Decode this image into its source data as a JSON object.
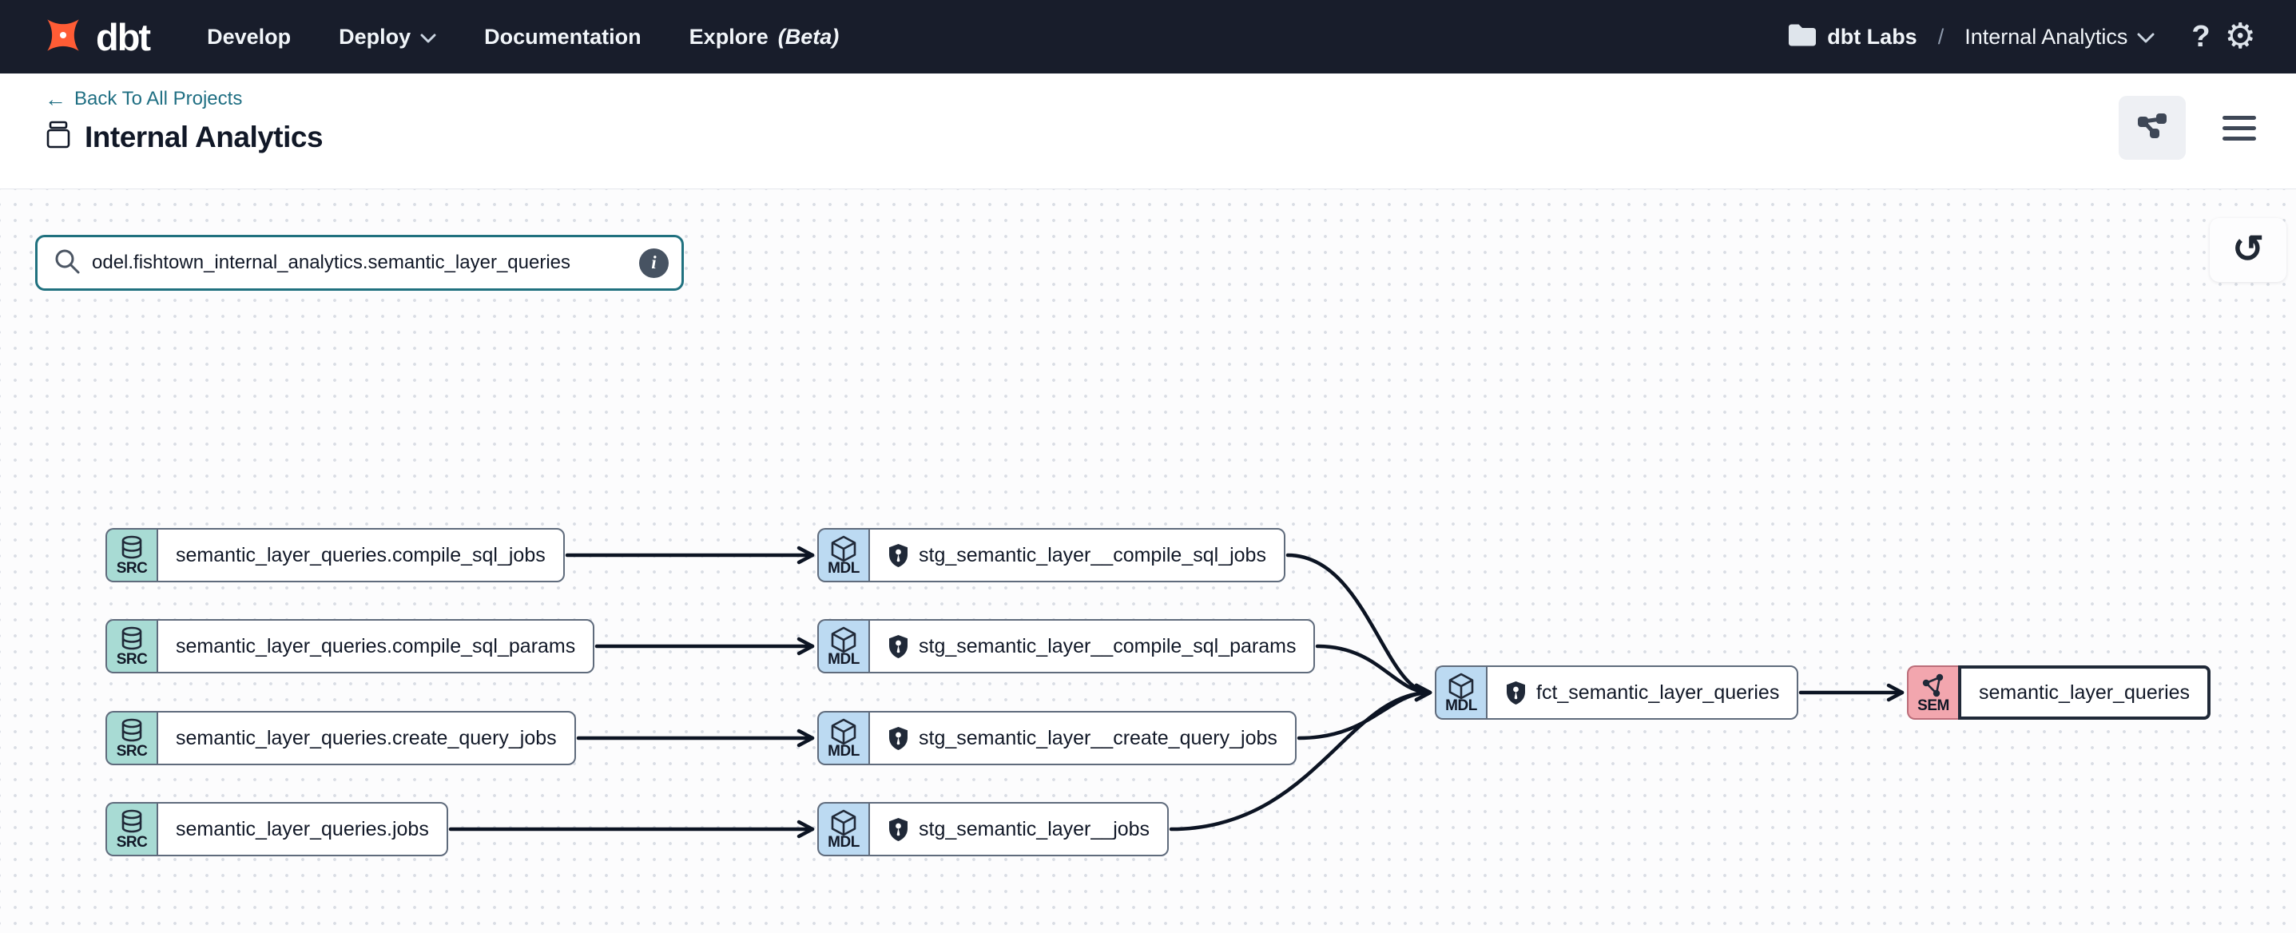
{
  "nav": {
    "brand": "dbt",
    "items": [
      {
        "id": "develop",
        "label": "Develop",
        "caret": false
      },
      {
        "id": "deploy",
        "label": "Deploy",
        "caret": true
      },
      {
        "id": "documentation",
        "label": "Documentation",
        "caret": false
      },
      {
        "id": "explore",
        "label": "Explore",
        "suffix": "(Beta)",
        "caret": false
      }
    ],
    "account_org": "dbt Labs",
    "breadcrumb_sep": "/",
    "account_project": "Internal Analytics"
  },
  "header": {
    "back_label": "Back To All Projects",
    "title": "Internal Analytics"
  },
  "search": {
    "value": "odel.fishtown_internal_analytics.semantic_layer_queries",
    "info_glyph": "i"
  },
  "icons": {
    "back-arrow-icon": "←",
    "help-icon": "?",
    "gear-icon": "⚙",
    "reset-view-icon": "↺"
  },
  "graph": {
    "nodes": [
      {
        "id": "src_compile_sql_jobs",
        "type": "SRC",
        "badge": "SRC",
        "icon": "database-icon",
        "shield": false,
        "label": "semantic_layer_queries.compile_sql_jobs"
      },
      {
        "id": "src_compile_sql_params",
        "type": "SRC",
        "badge": "SRC",
        "icon": "database-icon",
        "shield": false,
        "label": "semantic_layer_queries.compile_sql_params"
      },
      {
        "id": "src_create_query_jobs",
        "type": "SRC",
        "badge": "SRC",
        "icon": "database-icon",
        "shield": false,
        "label": "semantic_layer_queries.create_query_jobs"
      },
      {
        "id": "src_jobs",
        "type": "SRC",
        "badge": "SRC",
        "icon": "database-icon",
        "shield": false,
        "label": "semantic_layer_queries.jobs"
      },
      {
        "id": "stg_compile_sql_jobs",
        "type": "MDL",
        "badge": "MDL",
        "icon": "cube-icon",
        "shield": true,
        "label": "stg_semantic_layer__compile_sql_jobs"
      },
      {
        "id": "stg_compile_sql_params",
        "type": "MDL",
        "badge": "MDL",
        "icon": "cube-icon",
        "shield": true,
        "label": "stg_semantic_layer__compile_sql_params"
      },
      {
        "id": "stg_create_query_jobs",
        "type": "MDL",
        "badge": "MDL",
        "icon": "cube-icon",
        "shield": true,
        "label": "stg_semantic_layer__create_query_jobs"
      },
      {
        "id": "stg_jobs",
        "type": "MDL",
        "badge": "MDL",
        "icon": "cube-icon",
        "shield": true,
        "label": "stg_semantic_layer__jobs"
      },
      {
        "id": "fct_semantic_layer_queries",
        "type": "MDL",
        "badge": "MDL",
        "icon": "cube-icon",
        "shield": true,
        "label": "fct_semantic_layer_queries"
      },
      {
        "id": "semantic_layer_queries",
        "type": "SEM",
        "badge": "SEM",
        "icon": "semantic-icon",
        "shield": false,
        "label": "semantic_layer_queries",
        "selected": true
      }
    ],
    "edges": [
      {
        "from": "src_compile_sql_jobs",
        "to": "stg_compile_sql_jobs"
      },
      {
        "from": "src_compile_sql_params",
        "to": "stg_compile_sql_params"
      },
      {
        "from": "src_create_query_jobs",
        "to": "stg_create_query_jobs"
      },
      {
        "from": "src_jobs",
        "to": "stg_jobs"
      },
      {
        "from": "stg_compile_sql_jobs",
        "to": "fct_semantic_layer_queries"
      },
      {
        "from": "stg_compile_sql_params",
        "to": "fct_semantic_layer_queries"
      },
      {
        "from": "stg_create_query_jobs",
        "to": "fct_semantic_layer_queries"
      },
      {
        "from": "stg_jobs",
        "to": "fct_semantic_layer_queries"
      },
      {
        "from": "fct_semantic_layer_queries",
        "to": "semantic_layer_queries"
      }
    ]
  },
  "colors": {
    "nav_bg": "#181d2b",
    "brand_orange": "#ff5c35",
    "teal_link": "#20717f",
    "src_badge_bg": "#a8dbd4",
    "mdl_badge_bg": "#bcdaf2",
    "sem_badge_bg": "#f2a6ae",
    "edge_stroke": "#0c1423",
    "node_border": "#5f6b7c"
  }
}
